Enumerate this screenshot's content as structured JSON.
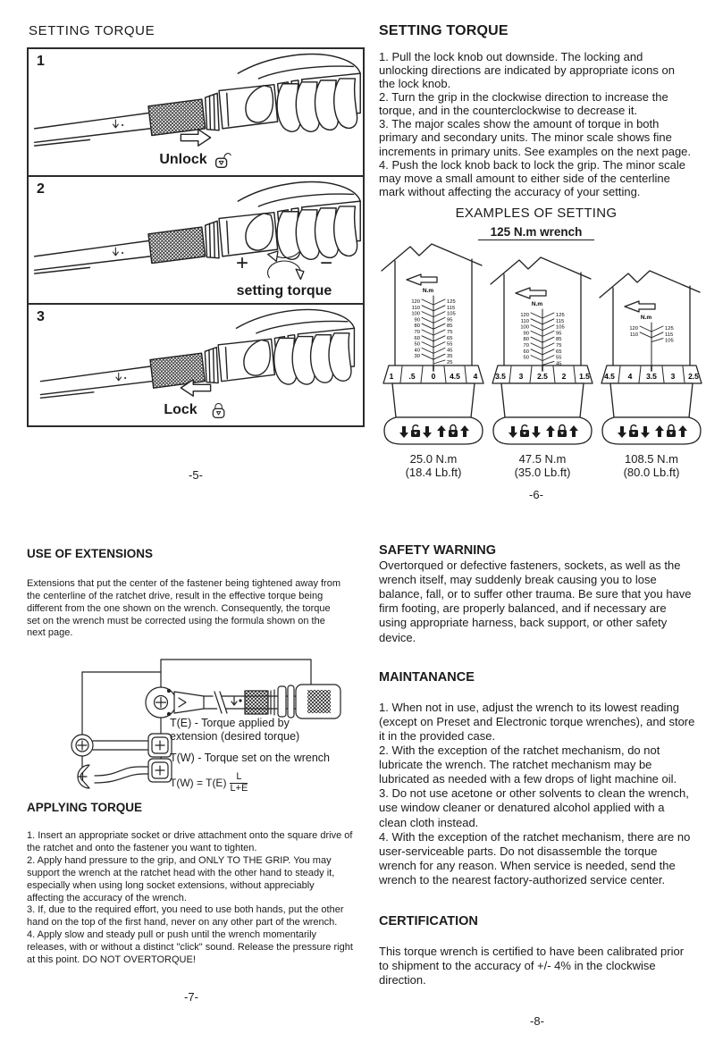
{
  "page5": {
    "title": "SETTING TORQUE",
    "page_number": "-5-",
    "panels": [
      {
        "number": "1",
        "label": "Unlock"
      },
      {
        "number": "2",
        "label": "setting torque",
        "plus": "+",
        "minus": "−"
      },
      {
        "number": "3",
        "label": "Lock"
      }
    ]
  },
  "page6": {
    "title": "SETTING TORQUE",
    "body": "1. Pull the lock knob out downside. The locking and unlocking directions are indicated by appropriate icons on the lock knob.\n2. Turn the grip in the clockwise direction to increase the torque, and in the counterclockwise to decrease it.\n3. The major scales show the amount of torque in both primary and secondary units. The minor scale shows fine increments in primary units. See examples on the next page.\n4. Push the lock knob back to lock the grip. The minor scale may move a small amount to either side of the centerline mark without affecting the accuracy of your setting.",
    "examples": {
      "heading": "EXAMPLES OF SETTING",
      "subtitle": "125 N.m  wrench",
      "unit_label": "N.m",
      "scale_rows": [
        [
          "120",
          "125"
        ],
        [
          "110",
          "115"
        ],
        [
          "100",
          "105"
        ],
        [
          "90",
          "95"
        ],
        [
          "80",
          "85"
        ],
        [
          "70",
          "75"
        ],
        [
          "60",
          "65"
        ],
        [
          "50",
          "55"
        ],
        [
          "40",
          "45"
        ],
        [
          "30",
          "35"
        ]
      ],
      "wrenches": [
        {
          "rows_visible": 10,
          "right_extra": "25",
          "minor": [
            "1",
            ".5",
            "0",
            "4.5",
            "4"
          ],
          "value": "25.0 N.m",
          "value_alt": "(18.4 Lb.ft)"
        },
        {
          "rows_visible": 8,
          "right_extra": "45",
          "minor": [
            "3.5",
            "3",
            "2.5",
            "2",
            "1.5"
          ],
          "value": "47.5 N.m",
          "value_alt": "(35.0 Lb.ft)"
        },
        {
          "rows_visible": 2,
          "right_extra": "105",
          "minor": [
            "4.5",
            "4",
            "3.5",
            "3",
            "2.5"
          ],
          "value": "108.5 N.m",
          "value_alt": "(80.0 Lb.ft)"
        }
      ]
    },
    "page_number": "-6-"
  },
  "page7": {
    "title": "USE OF EXTENSIONS",
    "intro": "Extensions that put the center of the fastener being tightened away from the centerline of the ratchet drive, result in the effective torque being different from the one shown on the wrench. Consequently, the torque set on the wrench must be corrected using the formula shown on the next page.",
    "legend": {
      "te": "T(E) - Torque applied by\nextension (desired torque)",
      "tw": "T(W) - Torque set on the wrench",
      "formula_lhs": "T(W) = T(E)",
      "formula_num": "L",
      "formula_den": "L+E"
    },
    "applying_title": "APPLYING TORQUE",
    "applying_body": "1. Insert an appropriate socket or drive attachment onto the square drive of the ratchet and onto the fastener you want to tighten.\n2. Apply hand pressure to the grip, and ONLY TO THE GRIP. You may support the wrench at the ratchet head with the other hand to steady it, especially when using long socket extensions, without appreciably affecting the accuracy of the wrench.\n3. If, due to the required effort, you need to use both hands, put the other hand on the top of the first hand, never on any other part of the wrench.\n4. Apply slow and steady pull or push until the wrench momentarily releases, with or without a distinct \"click\" sound. Release the pressure right at this point.  DO NOT OVERTORQUE!",
    "page_number": "-7-"
  },
  "page8": {
    "safety_title": "SAFETY WARNING",
    "safety_body": "Overtorqued or defective fasteners, sockets, as well as the wrench itself, may suddenly break causing you to lose balance, fall, or to suffer other trauma. Be sure that you have firm footing, are properly balanced, and if necessary are using appropriate harness, back support, or other safety device.",
    "maintenance_title": "MAINTANANCE",
    "maintenance_body": "1. When not in use, adjust the wrench to its lowest reading (except on Preset and Electronic torque wrenches), and store it in the provided case.\n2. With the exception of the ratchet mechanism, do not lubricate the wrench. The ratchet mechanism may be lubricated as needed with a few drops of light machine oil.\n3. Do not use acetone or other solvents to clean the wrench, use window cleaner or denatured alcohol applied with a clean cloth instead.\n4. With the exception of the ratchet mechanism, there are no user-serviceable parts. Do not disassemble the torque wrench for any reason. When service is needed, send the wrench to the nearest factory-authorized service center.",
    "certification_title": "CERTIFICATION",
    "certification_body": "This torque wrench is certified to have been calibrated prior to shipment to the accuracy of +/- 4% in the clockwise direction.",
    "page_number": "-8-"
  },
  "colors": {
    "ink": "#1b1b1b",
    "line": "#222222",
    "paper": "#ffffff"
  }
}
